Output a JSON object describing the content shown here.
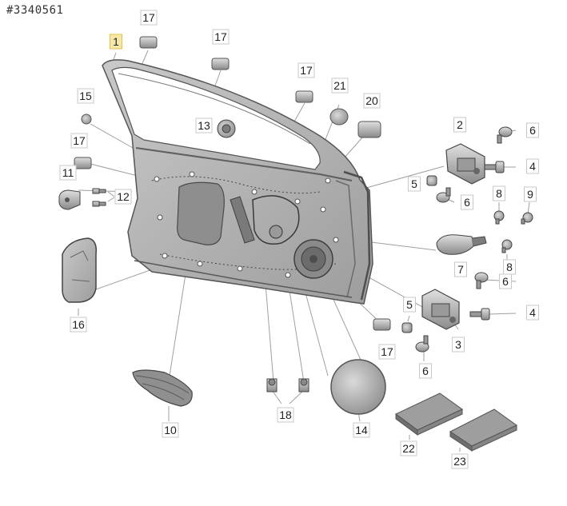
{
  "reference_id": "#3340561",
  "colors": {
    "part_fill": "#b5b5b5",
    "part_dark": "#6f6f6f",
    "part_light": "#d8d8d8",
    "outline": "#555555",
    "leader": "#9a9a9a",
    "callout_border": "#c8c8c8",
    "highlight_fill": "#f6e8a8",
    "highlight_border": "#e5c34a"
  },
  "callouts": [
    {
      "id": "c1",
      "label": "1",
      "highlighted": true
    },
    {
      "id": "c2",
      "label": "2"
    },
    {
      "id": "c3",
      "label": "3"
    },
    {
      "id": "c4a",
      "label": "4"
    },
    {
      "id": "c4b",
      "label": "4"
    },
    {
      "id": "c5a",
      "label": "5"
    },
    {
      "id": "c5b",
      "label": "5"
    },
    {
      "id": "c6a",
      "label": "6"
    },
    {
      "id": "c6b",
      "label": "6"
    },
    {
      "id": "c6c",
      "label": "6"
    },
    {
      "id": "c6d",
      "label": "6"
    },
    {
      "id": "c7",
      "label": "7"
    },
    {
      "id": "c8a",
      "label": "8"
    },
    {
      "id": "c8b",
      "label": "8"
    },
    {
      "id": "c9",
      "label": "9"
    },
    {
      "id": "c10",
      "label": "10"
    },
    {
      "id": "c11",
      "label": "11"
    },
    {
      "id": "c12",
      "label": "12"
    },
    {
      "id": "c13",
      "label": "13"
    },
    {
      "id": "c14",
      "label": "14"
    },
    {
      "id": "c15",
      "label": "15"
    },
    {
      "id": "c16",
      "label": "16"
    },
    {
      "id": "c17a",
      "label": "17"
    },
    {
      "id": "c17b",
      "label": "17"
    },
    {
      "id": "c17c",
      "label": "17"
    },
    {
      "id": "c17d",
      "label": "17"
    },
    {
      "id": "c17e",
      "label": "17"
    },
    {
      "id": "c18",
      "label": "18"
    },
    {
      "id": "c20",
      "label": "20"
    },
    {
      "id": "c21",
      "label": "21"
    },
    {
      "id": "c22",
      "label": "22"
    },
    {
      "id": "c23",
      "label": "23"
    }
  ]
}
